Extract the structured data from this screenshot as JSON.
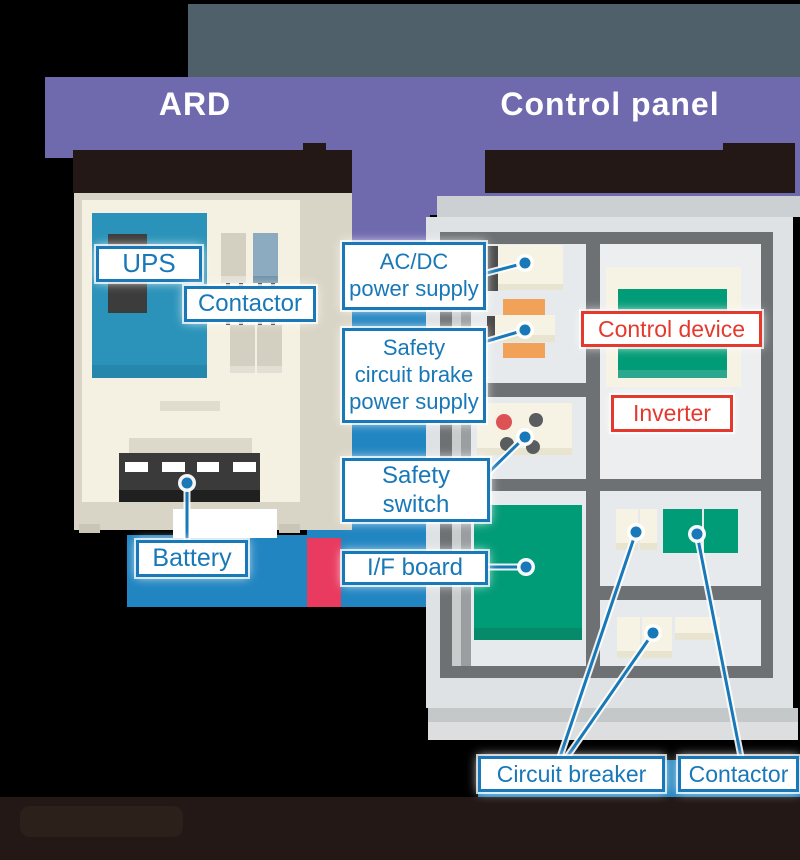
{
  "header": {
    "ard_title": "ARD",
    "control_title": "Control panel"
  },
  "colors": {
    "background": "#000000",
    "footer_strip": "#231815",
    "slate_block": "#50606a",
    "banner_purple": "#6f69ae",
    "band_blue": "#2185c1",
    "band_pink": "#e93a5f",
    "callout_blue": "#1878b8",
    "callout_red": "#e5392e",
    "cabinet_top_dark": "#231815",
    "ard_body_beige": "#d9d5c6",
    "ard_interior_cream": "#f4f1e2",
    "ups_teal": "#2b93ba",
    "control_body_gray": "#dfe2e4",
    "inner_frame_gray": "#6d7174",
    "board_green": "#009b77",
    "module_cream": "#f7f3e4",
    "module_orange": "#f2a158"
  },
  "ard": {
    "ups_label": "UPS",
    "contactor_label": "Contactor",
    "battery_label": "Battery"
  },
  "middle_callouts": {
    "acdc": {
      "lines": [
        "AC/DC",
        "power supply"
      ]
    },
    "safety_brake": {
      "lines": [
        "Safety",
        "circuit brake",
        "power supply"
      ]
    },
    "safety_switch": {
      "lines": [
        "Safety",
        "switch"
      ]
    },
    "if_board": {
      "lines": [
        "I/F board"
      ]
    }
  },
  "control_panel": {
    "control_device_label": "Control device",
    "inverter_label": "Inverter",
    "circuit_breaker_label": "Circuit breaker",
    "contactor_label": "Contactor"
  }
}
